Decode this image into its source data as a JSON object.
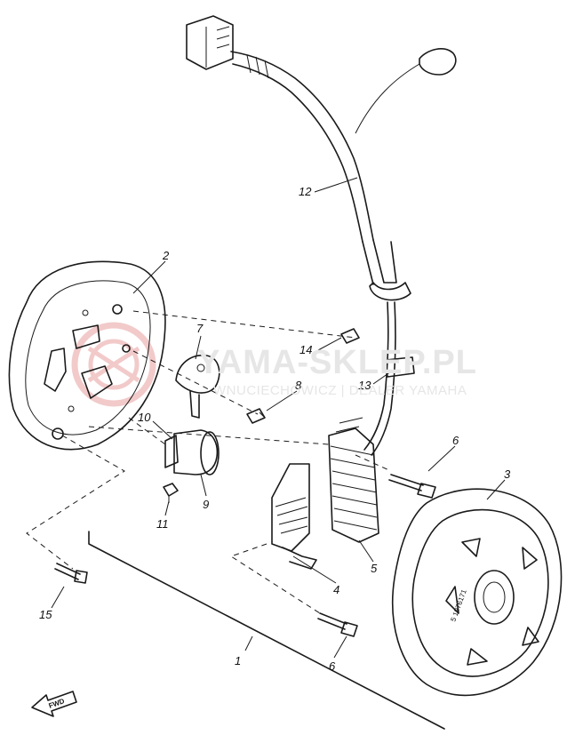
{
  "watermark": {
    "brand": "YAMA-SKLEP.PL",
    "subline": "WNUCIECHOWICZ | DEALER YAMAHA",
    "logo_color": "#e8a0a0",
    "text_color": "#e6e6e6"
  },
  "arrow": {
    "label": "FWD"
  },
  "parts": [
    {
      "id": "p1",
      "number": "1"
    },
    {
      "id": "p2",
      "number": "2"
    },
    {
      "id": "p3",
      "number": "3"
    },
    {
      "id": "p4",
      "number": "4"
    },
    {
      "id": "p5",
      "number": "5"
    },
    {
      "id": "p6a",
      "number": "6"
    },
    {
      "id": "p6b",
      "number": "6"
    },
    {
      "id": "p7",
      "number": "7"
    },
    {
      "id": "p8",
      "number": "8"
    },
    {
      "id": "p9",
      "number": "9"
    },
    {
      "id": "p10",
      "number": "10"
    },
    {
      "id": "p11",
      "number": "11"
    },
    {
      "id": "p12",
      "number": "12"
    },
    {
      "id": "p13",
      "number": "13"
    },
    {
      "id": "p14",
      "number": "14"
    },
    {
      "id": "p15",
      "number": "15"
    }
  ],
  "stamp": {
    "marking": "5 1976171"
  }
}
